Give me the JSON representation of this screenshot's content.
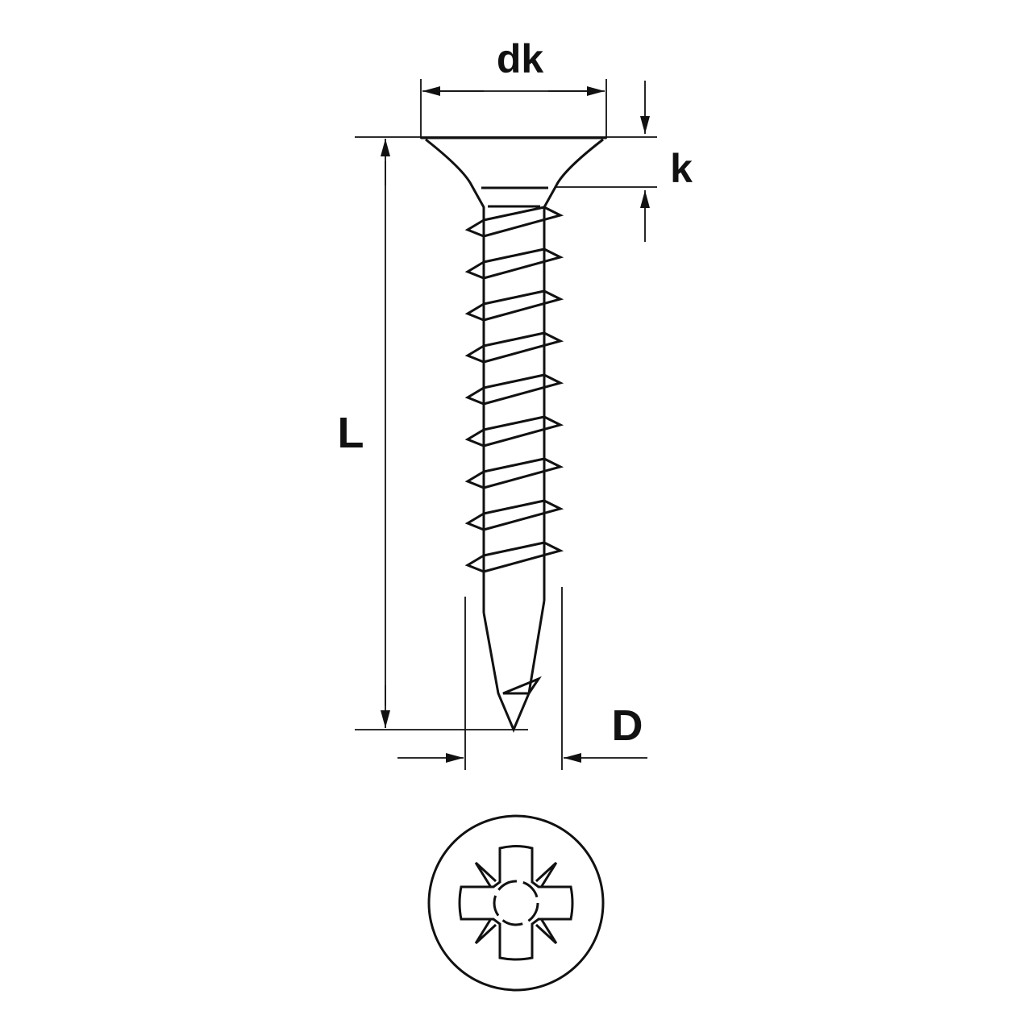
{
  "labels": {
    "head_diameter": "dk",
    "head_height": "k",
    "length": "L",
    "thread_diameter": "D"
  },
  "drive_type": "pozidriv",
  "thread_turns": 9,
  "colors": {
    "line": "#111111",
    "background": "#ffffff"
  }
}
